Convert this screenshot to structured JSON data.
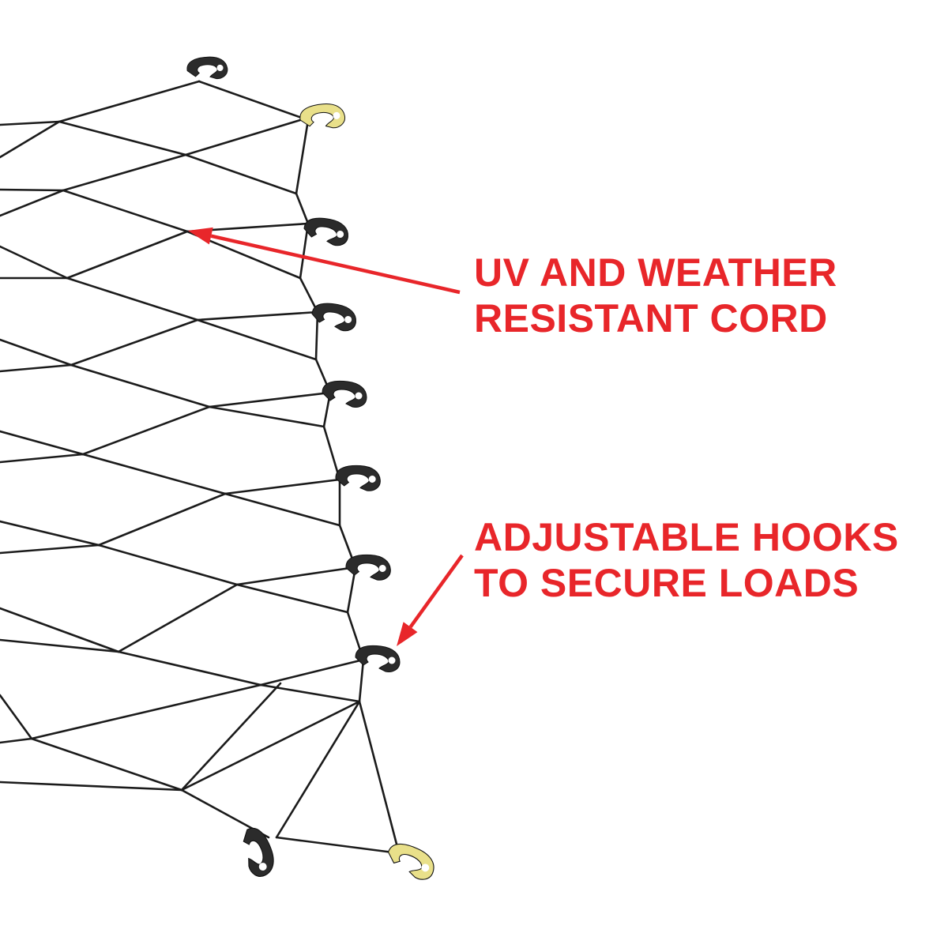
{
  "colors": {
    "background": "#ffffff",
    "cord": "#1b1b1b",
    "hook_black": "#2b2b2b",
    "hook_yellow": "#e9e08a",
    "callout": "#e8262a"
  },
  "callouts": {
    "cord": {
      "line1": "UV AND WEATHER",
      "line2": "RESISTANT CORD"
    },
    "hooks": {
      "line1": "ADJUSTABLE HOOKS",
      "line2": "TO SECURE LOADS"
    }
  },
  "icons": {
    "hook": "hook-icon",
    "arrow": "arrow-icon"
  }
}
